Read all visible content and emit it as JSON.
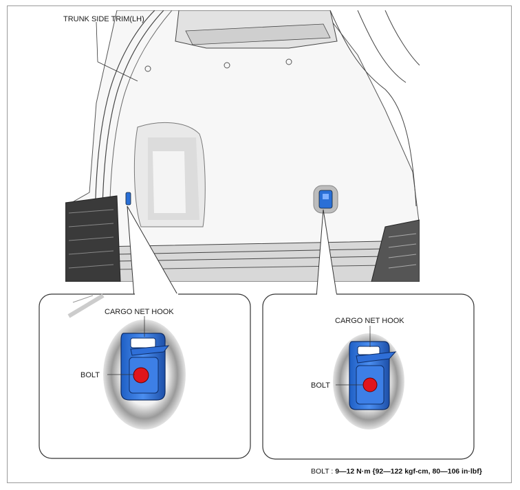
{
  "labels": {
    "trunk_side_trim": "TRUNK SIDE TRIM(LH)",
    "cargo_net_hook_left": "CARGO NET HOOK",
    "cargo_net_hook_right": "CARGO NET HOOK",
    "bolt_left": "BOLT",
    "bolt_right": "BOLT"
  },
  "spec": {
    "name": "BOLT : ",
    "value": "9—12 N·m {92—122 kgf-cm, 80—106 in·lbf}"
  },
  "colors": {
    "hook_blue": "#2a6fd6",
    "bolt_red": "#e0151b",
    "frame_gray": "#9a9a9a"
  }
}
